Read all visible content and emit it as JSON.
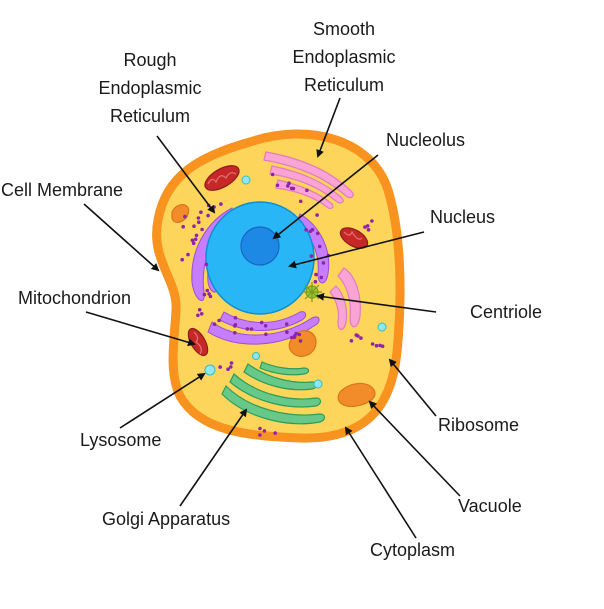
{
  "labels": {
    "smooth_er": [
      "Smooth",
      "Endoplasmic",
      "Reticulum"
    ],
    "rough_er": [
      "Rough",
      "Endoplasmic",
      "Reticulum"
    ],
    "nucleolus": "Nucleolus",
    "cell_membrane": "Cell Membrane",
    "nucleus": "Nucleus",
    "mitochondrion": "Mitochondrion",
    "centriole": "Centriole",
    "lysosome": "Lysosome",
    "ribosome": "Ribosome",
    "golgi_apparatus": "Golgi Apparatus",
    "vacuole": "Vacuole",
    "cytoplasm": "Cytoplasm"
  },
  "colors": {
    "membrane": "#f7931e",
    "cytoplasm": "#fdd55a",
    "nucleus": "#29b6f6",
    "nucleolus": "#1e88e5",
    "rough_er": "#c77dff",
    "ribosome_dots": "#8e24aa",
    "smooth_er": "#f8a5d6",
    "golgi": "#66c98a",
    "mitochondrion": "#c62828",
    "vacuole": "#f28c28",
    "lysosome": "#8ee8ef",
    "centriole": "#9ccc34"
  }
}
